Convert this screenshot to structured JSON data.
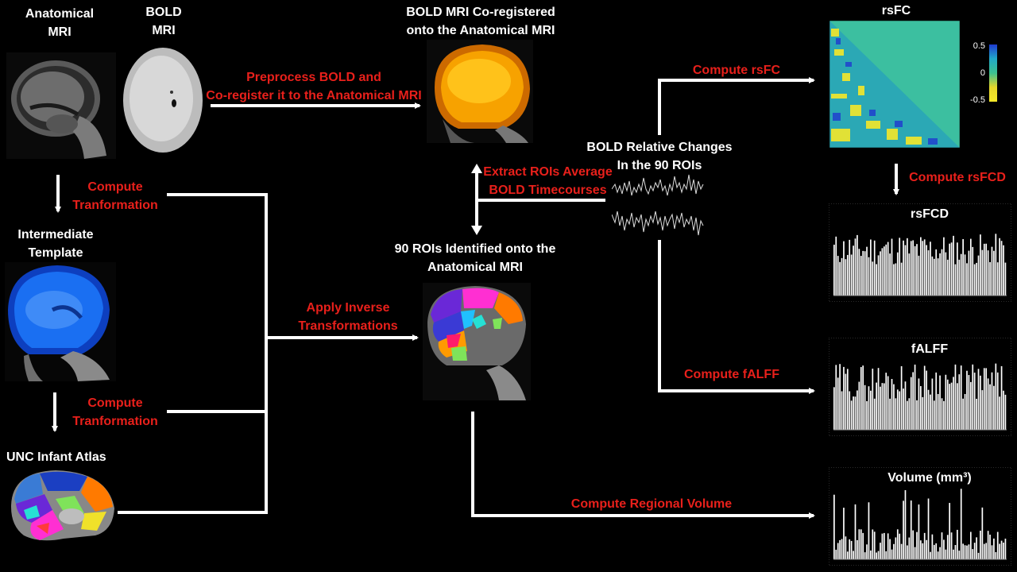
{
  "labels": {
    "anatomical_mri": "Anatomical\nMRI",
    "bold_mri": "BOLD\nMRI",
    "bold_coreg": "BOLD MRI Co-registered\nonto the Anatomical MRI",
    "intermediate_template": "Intermediate\nTemplate",
    "unc_atlas": "UNC Infant Atlas",
    "rois_identified": "90 ROIs Identified onto the\nAnatomical MRI",
    "bold_changes": "BOLD Relative Changes\nIn the 90 ROIs",
    "rsfc_title": "rsFC",
    "rsfcd_title": "rsFCD",
    "falff_title": "fALFF",
    "volume_title": "Volume (mm³)"
  },
  "steps": {
    "preprocess": "Preprocess BOLD and\nCo-register it to the Anatomical MRI",
    "compute_transformation_1": "Compute\nTranformation",
    "compute_transformation_2": "Compute\nTranformation",
    "apply_inverse": "Apply Inverse\nTransformations",
    "extract_rois": "Extract ROIs Average\nBOLD Timecourses",
    "compute_rsfc": "Compute rsFC",
    "compute_rsfcd": "Compute rsFCD",
    "compute_falff": "Compute fALFF",
    "compute_volume": "Compute Regional Volume"
  },
  "colorbar": {
    "ticks": [
      "0.5",
      "0",
      "-0.5"
    ],
    "colors": [
      "#1f3ad0",
      "#21a8c8",
      "#3cc18f",
      "#e6d62a",
      "#f5e829"
    ]
  },
  "colors": {
    "background": "#000000",
    "step_text": "#e8201b",
    "label_text": "#ffffff",
    "matrix_base": "#3cbfa0",
    "bold_overlay": "#f7a200",
    "template_overlay": "#1a6ff2"
  }
}
